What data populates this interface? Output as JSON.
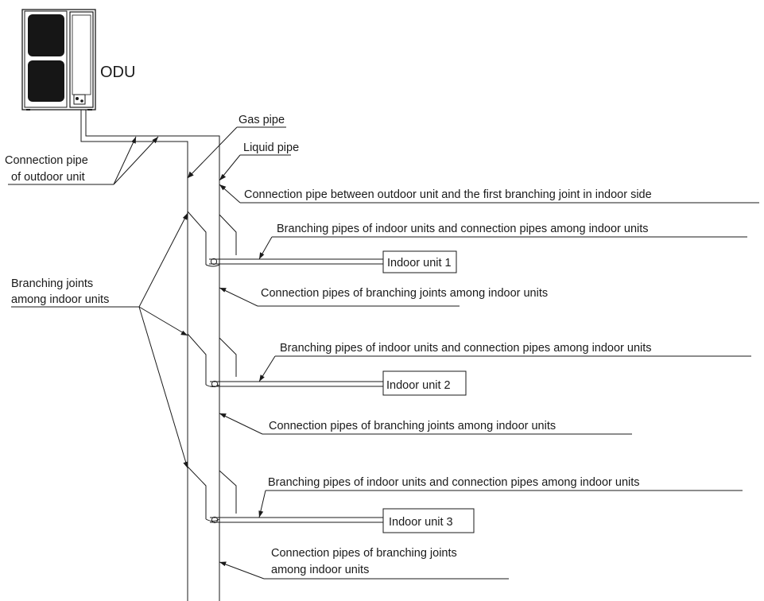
{
  "labels": {
    "odu": "ODU",
    "gas_pipe": "Gas pipe",
    "liquid_pipe": "Liquid pipe",
    "connection_outdoor_line1": "Connection pipe",
    "connection_outdoor_line2": "of outdoor unit",
    "connection_main": "Connection pipe between outdoor unit and the first branching joint in indoor side",
    "branching_joints_line1": "Branching joints",
    "branching_joints_line2": "among indoor units",
    "branching_pipes_1": "Branching pipes of indoor units and connection pipes among indoor units",
    "branching_pipes_2": "Branching pipes of indoor units and connection pipes among indoor units",
    "branching_pipes_3": "Branching pipes of indoor units and connection pipes among indoor units",
    "connection_joints_1": "Connection pipes of branching joints among indoor units",
    "connection_joints_2": "Connection pipes of branching joints among indoor units",
    "connection_joints_3_line1": "Connection pipes of branching joints",
    "connection_joints_3_line2": "among indoor units"
  },
  "indoor_units": [
    "Indoor unit 1",
    "Indoor unit 2",
    "Indoor unit 3"
  ]
}
